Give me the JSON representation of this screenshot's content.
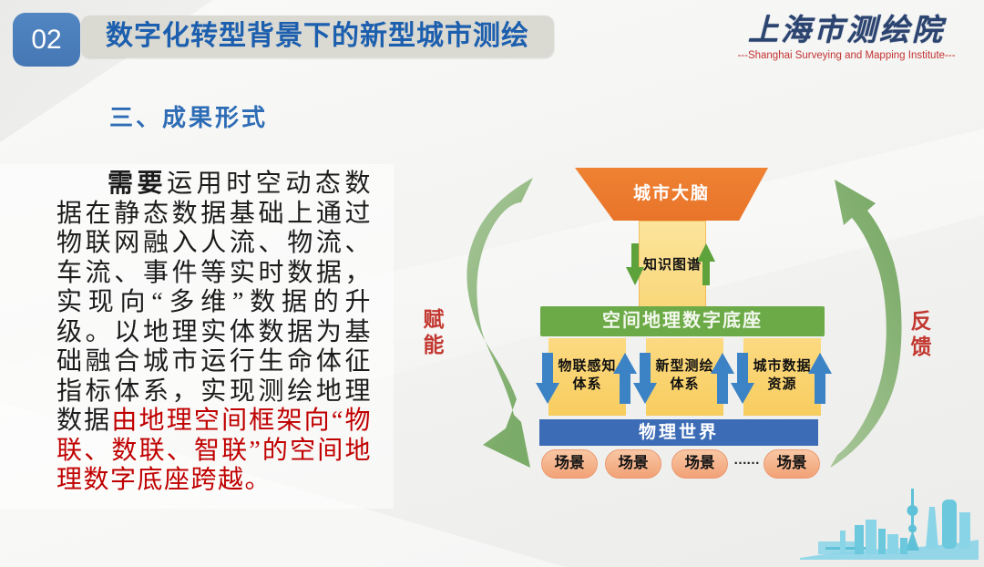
{
  "slide": {
    "badge": "02",
    "title": "数字化转型背景下的新型城市测绘",
    "logo_cn": "上海市测绘院",
    "logo_en": "---Shanghai Surveying and Mapping Institute---",
    "section_title": "三、成果形式",
    "paragraph": {
      "lead_bold": "需要",
      "black_text": "运用时空动态数据在静态数据基础上通过物联网融入人流、物流、车流、事件等实时数据，实现向“多维”数据的升级。以地理实体数据为基础融合城市运行生命体征指标体系，实现测绘地理数据",
      "red_text": "由地理空间框架向“物联、数联、智联”的空间地理数字底座跨越。"
    },
    "diagram": {
      "city_brain": "城市大脑",
      "knowledge_graph": "知识图谱",
      "digital_base": "空间地理数字底座",
      "systems": [
        {
          "line1": "物联感知",
          "line2": "体系"
        },
        {
          "line1": "新型测绘",
          "line2": "体系"
        },
        {
          "line1": "城市数据",
          "line2": "资源"
        }
      ],
      "physical_world": "物理世界",
      "scenes": [
        "场景",
        "场景",
        "场景",
        "场景"
      ],
      "ellipsis": "……",
      "left_arrow_label": "赋能",
      "right_arrow_label": "反馈"
    },
    "colors": {
      "title_blue": "#1c5fae",
      "badge_blue": "#4a7dbc",
      "orange": "#ec7c2f",
      "green_bar": "#6caa47",
      "yellow_box": "#f9d36c",
      "blue_bar": "#3d6cb6",
      "blue_arrow": "#3c83c6",
      "green_arrow": "#5ea23c",
      "scene_pill": "#f3a47d",
      "swoosh_green": "#8fb680",
      "red_accent": "#c00000",
      "red_label": "#c23830"
    }
  }
}
